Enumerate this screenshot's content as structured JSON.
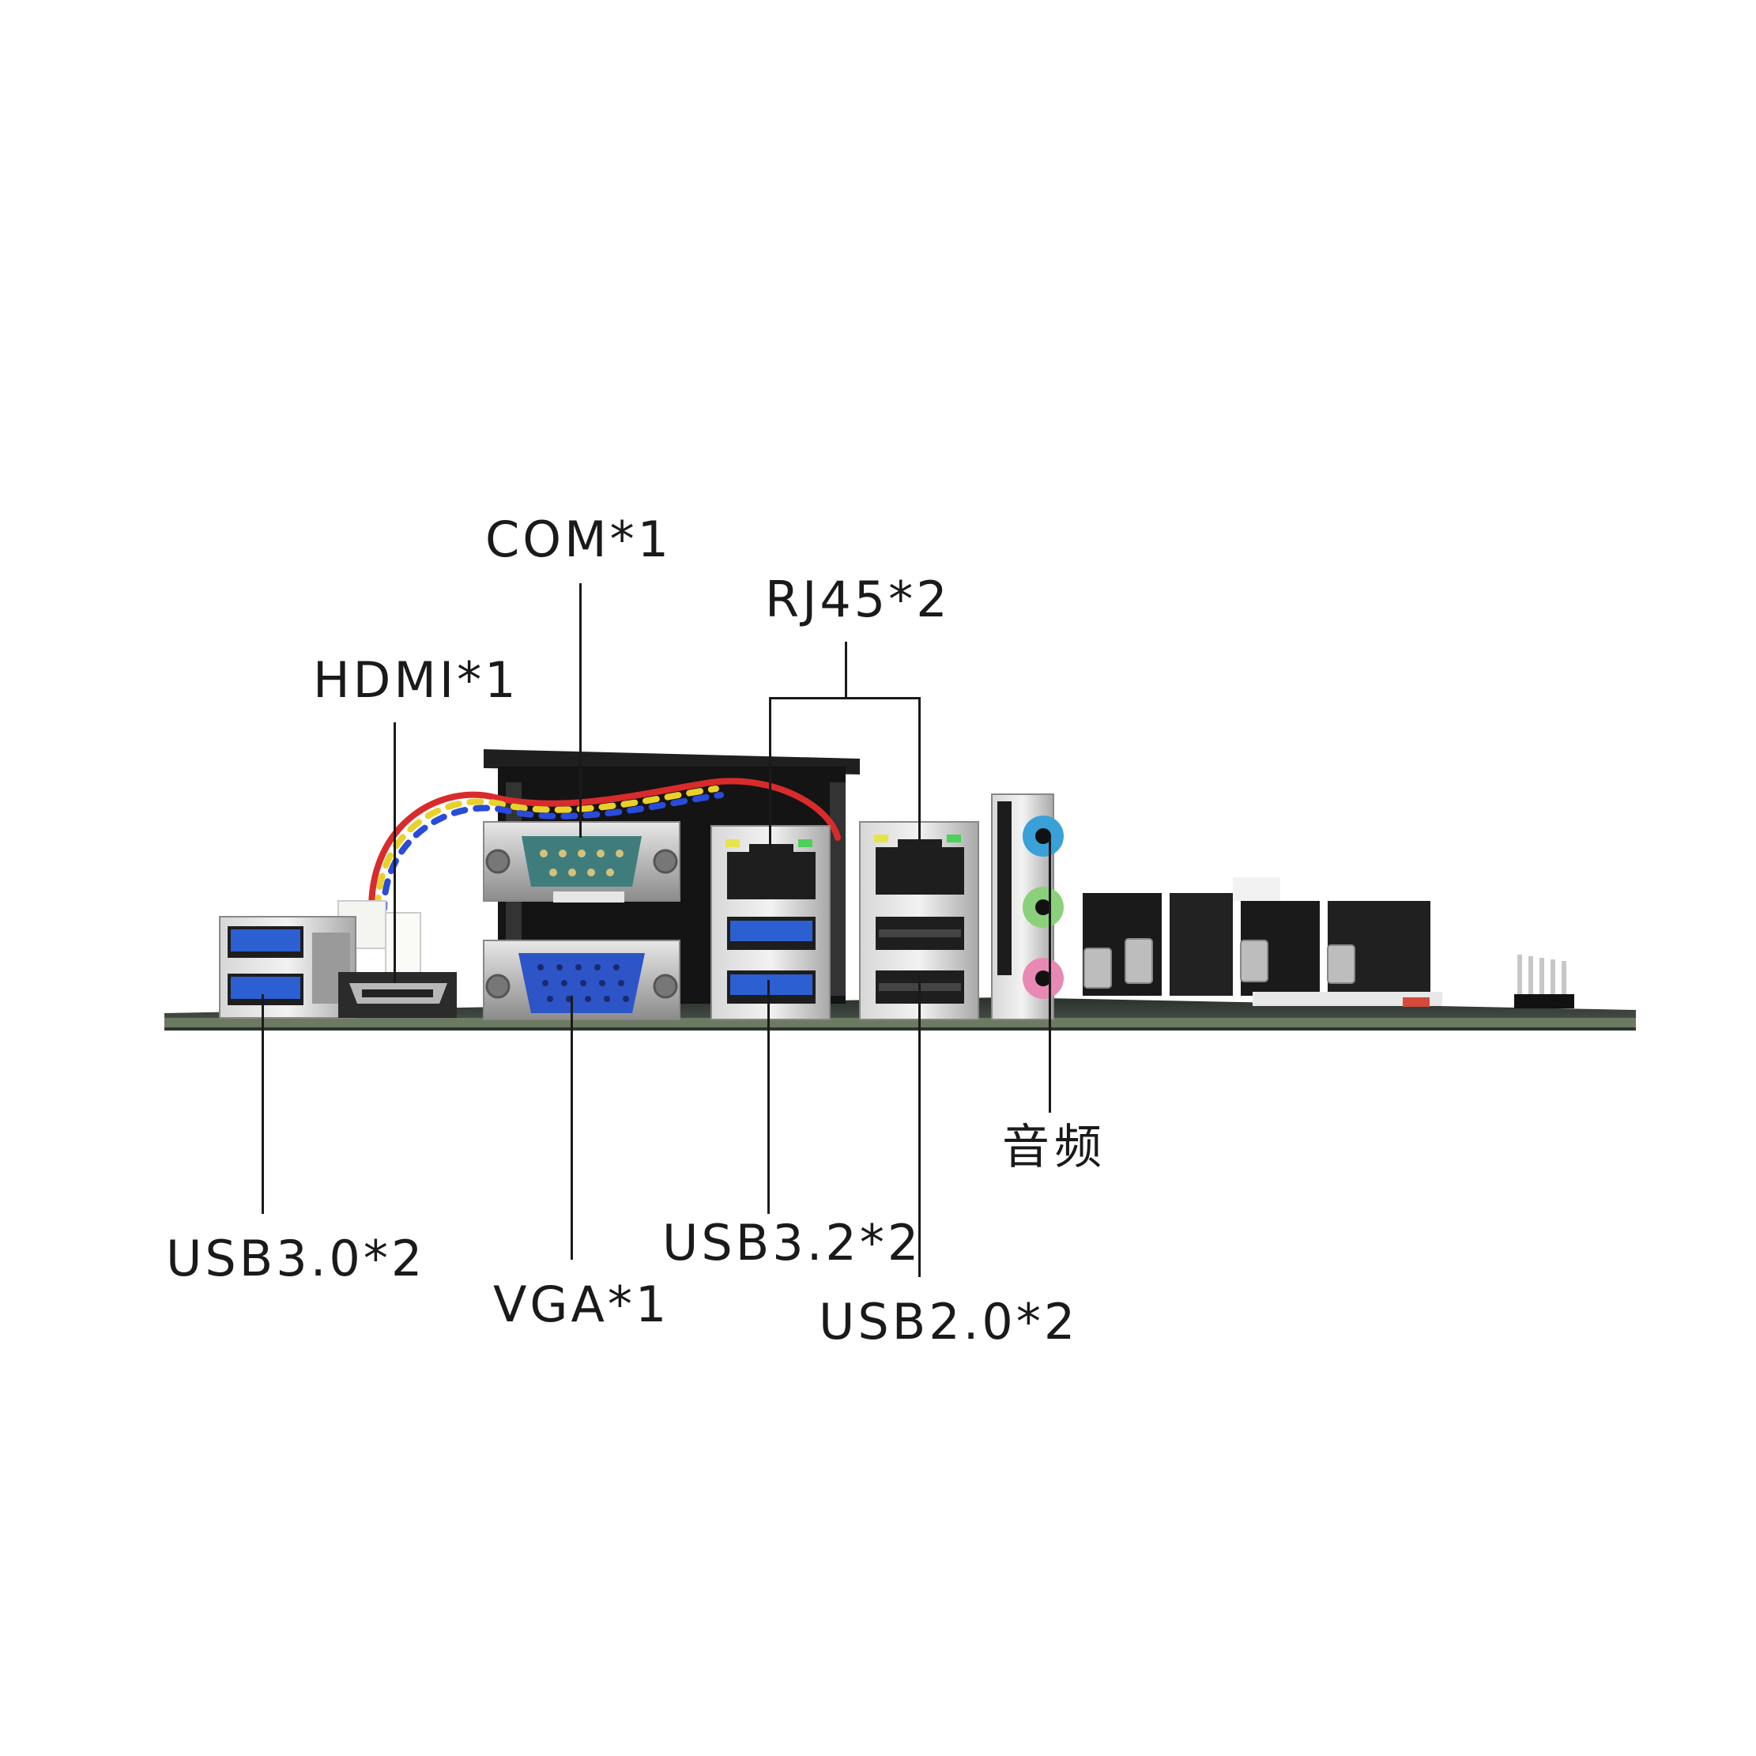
{
  "labels": {
    "com": "COM*1",
    "rj45": "RJ45*2",
    "hdmi": "HDMI*1",
    "usb30": "USB3.0*2",
    "vga": "VGA*1",
    "usb32": "USB3.2*2",
    "usb20": "USB2.0*2",
    "audio": "音频"
  },
  "colors": {
    "background": "#ffffff",
    "pcb": "#3f4a42",
    "usb3_blue": "#2c5fd1",
    "vga_blue": "#2d55c8",
    "com_teal": "#3f7d7d",
    "audio_blue": "#3aa0d8",
    "audio_green": "#8bd07a",
    "audio_pink": "#e889b3",
    "led_yellow": "#e7e34b",
    "led_green": "#4cd05a",
    "line": "#1a1a1a"
  }
}
